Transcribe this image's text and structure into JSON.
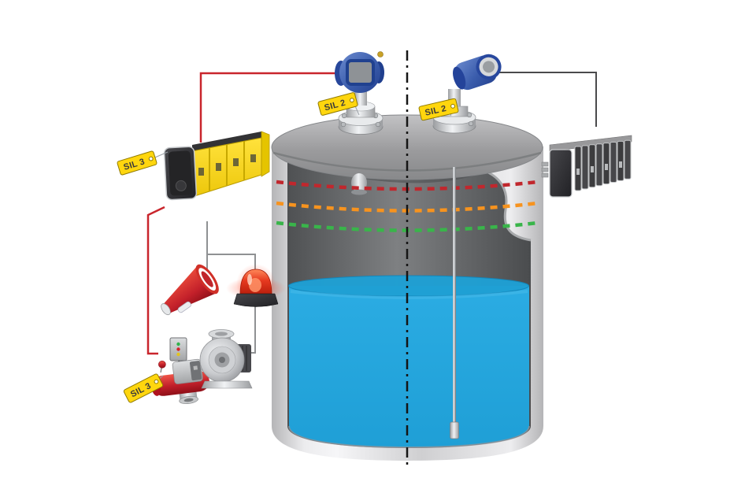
{
  "page": {
    "background": "#ffffff",
    "kind": "safety-instrumented-tank-level-diagram"
  },
  "labels": {
    "tag_tx_left": "SIL 2",
    "tag_tx_right": "SIL 2",
    "tag_logic_solver": "SIL 3",
    "tag_valve": "SIL 3"
  },
  "colors": {
    "liquid": "#29aae1",
    "liquid_surface": "#1fa0d4",
    "safety_loop_wire": "#c9252c",
    "signal_wire_dark": "#4a4a4c",
    "signal_wire_gray": "#8f9193",
    "tag_yellow": "#ffd60e",
    "transmitter_blue": "#3a5cac",
    "centerline": "#151515"
  },
  "levels": [
    {
      "name": "high-high-level",
      "color": "#c1272d"
    },
    {
      "name": "high-level",
      "color": "#f7931e"
    },
    {
      "name": "normal-level",
      "color": "#39b54a"
    }
  ],
  "components": [
    "storage-tank-cutaway",
    "level-transmitter-left",
    "guided-wave-level-transmitter-right",
    "safety-logic-solver",
    "relay-module-rack",
    "alarm-horn",
    "alarm-beacon",
    "emergency-shutoff-valve",
    "pump"
  ]
}
